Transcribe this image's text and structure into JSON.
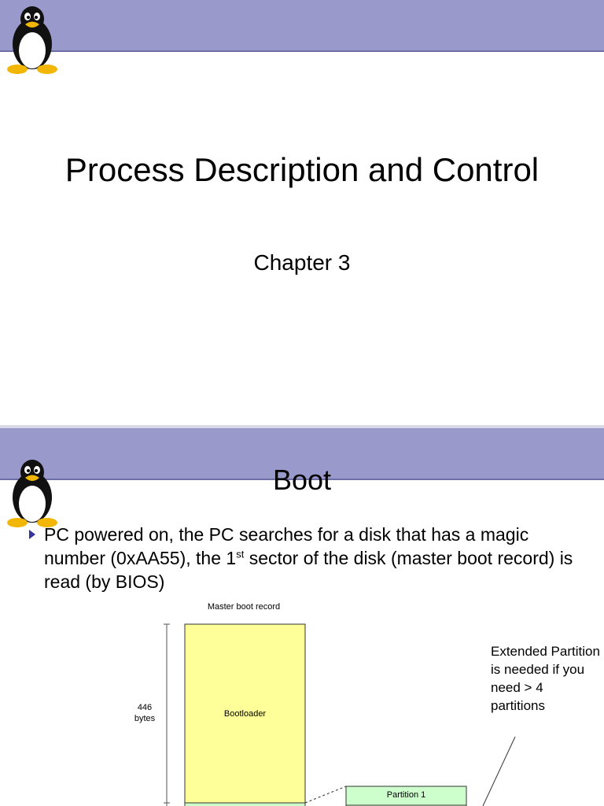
{
  "slides": [
    {
      "title": "Process Description and Control",
      "subtitle": "Chapter 3"
    },
    {
      "title": "Boot",
      "bullet": {
        "before": "PC powered on, the PC searches for a disk that has a magic number (0xAA55),  the 1",
        "sup": "st",
        "after": " sector of the disk (master boot record) is read (by BIOS)"
      },
      "diagram": {
        "heading": "Master boot record",
        "size_label": "446\nbytes",
        "bootloader_label": "Bootloader",
        "partition_label": "Partition 1",
        "note": "Extended Partition is needed if you need > 4 partitions"
      }
    }
  ],
  "colors": {
    "header_band": "#9999cc",
    "bootloader_fill": "#ffff99",
    "partition_fill": "#ccffcc",
    "bullet_arrow": "#333399"
  },
  "icons": {
    "logo": "tux-penguin-icon",
    "bullet": "triangle-right-icon"
  }
}
